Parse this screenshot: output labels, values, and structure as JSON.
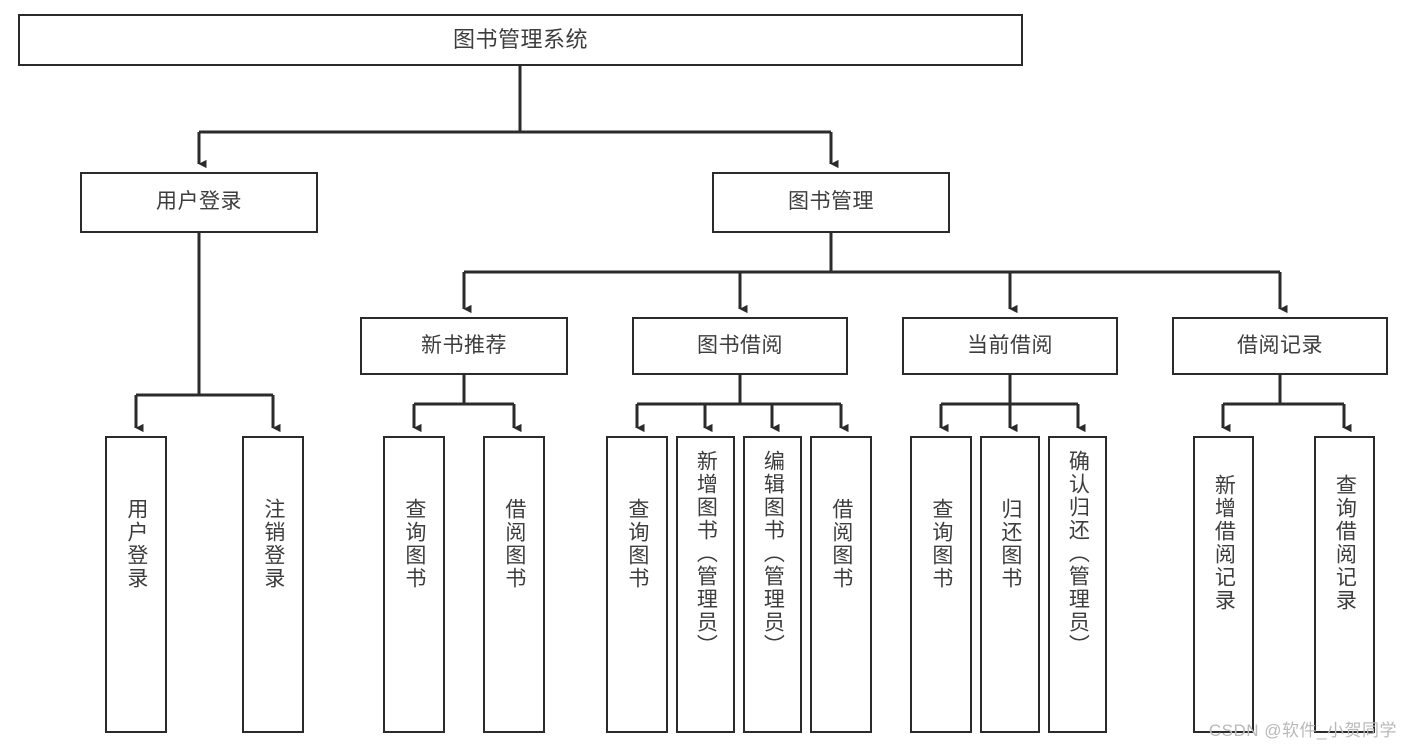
{
  "diagram": {
    "title": "图书管理系统",
    "type": "tree",
    "watermark": "CSDN @软件_小贺同学",
    "colors": {
      "background": "#ffffff",
      "box_border": "#2b2b2b",
      "box_fill": "#ffffff",
      "text": "#3d3d3d",
      "connector": "#2b2b2b",
      "watermark": "#b9b9b9"
    },
    "root": {
      "label": "图书管理系统"
    },
    "level2": [
      {
        "id": "user-login",
        "label": "用户登录"
      },
      {
        "id": "book-management",
        "label": "图书管理"
      }
    ],
    "level3": [
      {
        "id": "new-book-recommend",
        "label": "新书推荐",
        "parent": "book-management"
      },
      {
        "id": "book-borrow",
        "label": "图书借阅",
        "parent": "book-management"
      },
      {
        "id": "current-borrow",
        "label": "当前借阅",
        "parent": "book-management"
      },
      {
        "id": "borrow-record",
        "label": "借阅记录",
        "parent": "book-management"
      }
    ],
    "leaves": [
      {
        "id": "leaf-user-login",
        "label": "用户登录",
        "parent": "user-login"
      },
      {
        "id": "leaf-logout",
        "label": "注销登录",
        "parent": "user-login"
      },
      {
        "id": "leaf-query-book-1",
        "label": "查询图书",
        "parent": "new-book-recommend"
      },
      {
        "id": "leaf-borrow-book-1",
        "label": "借阅图书",
        "parent": "new-book-recommend"
      },
      {
        "id": "leaf-query-book-2",
        "label": "查询图书",
        "parent": "book-borrow"
      },
      {
        "id": "leaf-add-book",
        "label": "新增图书（管理员）",
        "parent": "book-borrow"
      },
      {
        "id": "leaf-edit-book",
        "label": "编辑图书（管理员）",
        "parent": "book-borrow"
      },
      {
        "id": "leaf-borrow-book-2",
        "label": "借阅图书",
        "parent": "book-borrow"
      },
      {
        "id": "leaf-query-book-3",
        "label": "查询图书",
        "parent": "current-borrow"
      },
      {
        "id": "leaf-return-book",
        "label": "归还图书",
        "parent": "current-borrow"
      },
      {
        "id": "leaf-confirm-return",
        "label": "确认归还（管理员）",
        "parent": "current-borrow"
      },
      {
        "id": "leaf-add-record",
        "label": "新增借阅记录",
        "parent": "borrow-record"
      },
      {
        "id": "leaf-query-record",
        "label": "查询借阅记录",
        "parent": "borrow-record"
      }
    ]
  }
}
